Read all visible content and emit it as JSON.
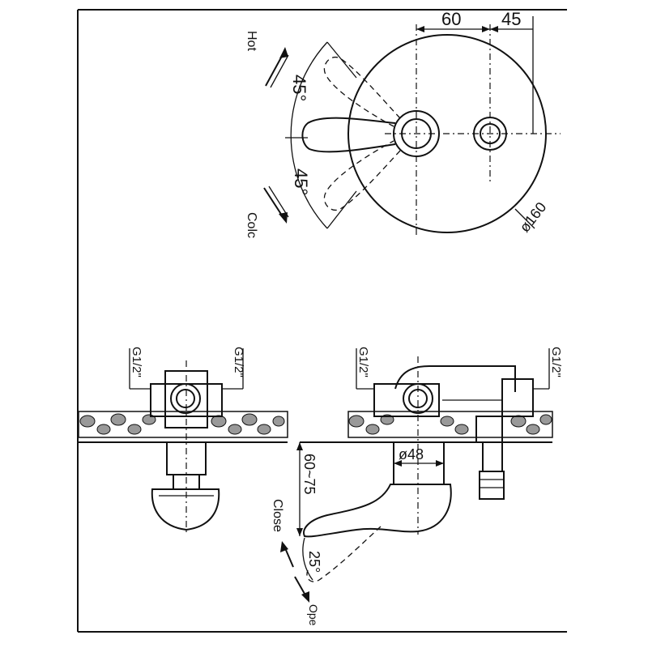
{
  "drawing": {
    "top_view": {
      "dim_left": "60",
      "dim_right": "45",
      "angle_upper": "45°",
      "angle_lower": "45°",
      "diameter": "ø160",
      "label_hot": "Hot",
      "label_cold": "Colc"
    },
    "left_side_view": {
      "thread_left": "G1/2\"",
      "thread_right": "G1/2\""
    },
    "right_side_view": {
      "thread_left": "G1/2\"",
      "thread_right": "G1/2\"",
      "diameter": "ø48",
      "depth": "60~75",
      "label_close": "Close",
      "angle": "25°",
      "label_open": "Ope"
    }
  }
}
